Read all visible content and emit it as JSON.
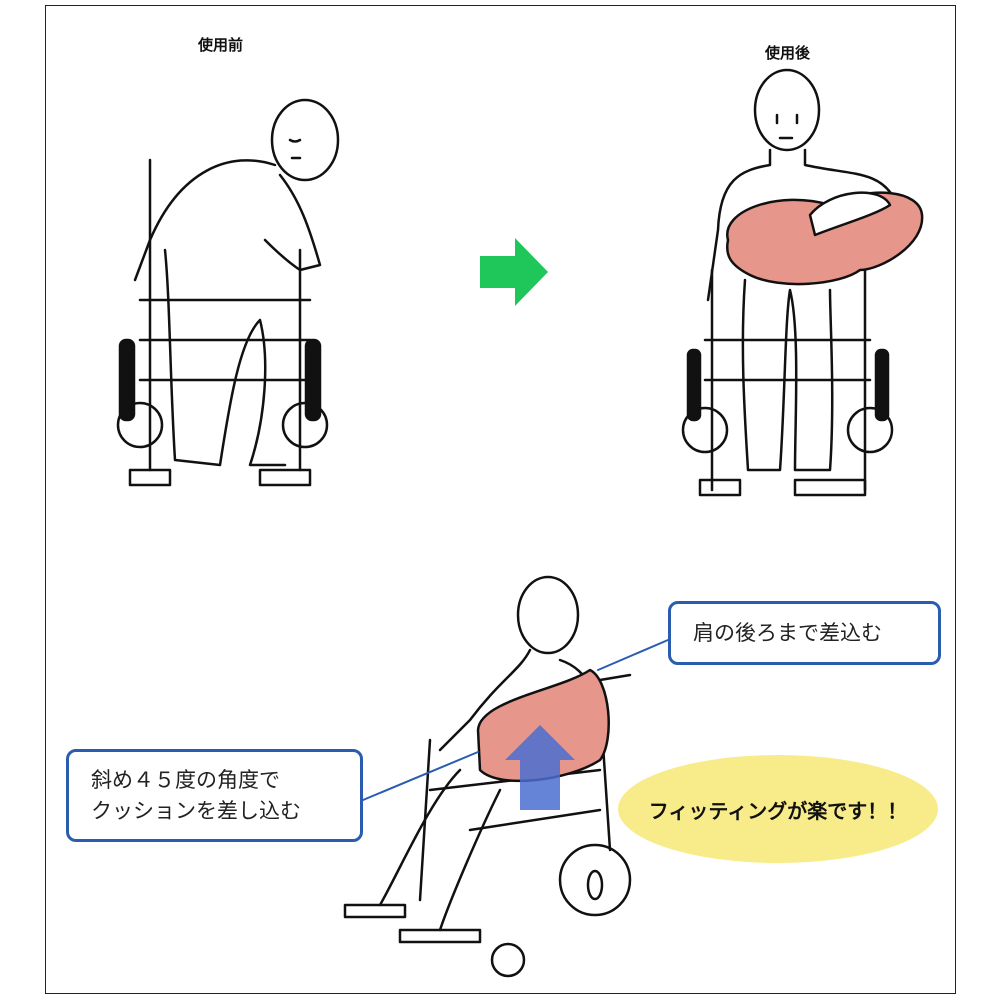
{
  "labels": {
    "before": "使用前",
    "after": "使用後"
  },
  "callouts": {
    "shoulder": "肩の後ろまで差込む",
    "angle_line1": "斜め４５度の角度で",
    "angle_line2": "クッションを差し込む"
  },
  "highlight": "フィッティングが楽です！！",
  "colors": {
    "arrow_green": "#1fc65a",
    "cushion": "#e6968a",
    "callout_border": "#2a5db0",
    "highlight_bg": "#f8ec8a",
    "push_arrow": "#4a6fd0"
  }
}
